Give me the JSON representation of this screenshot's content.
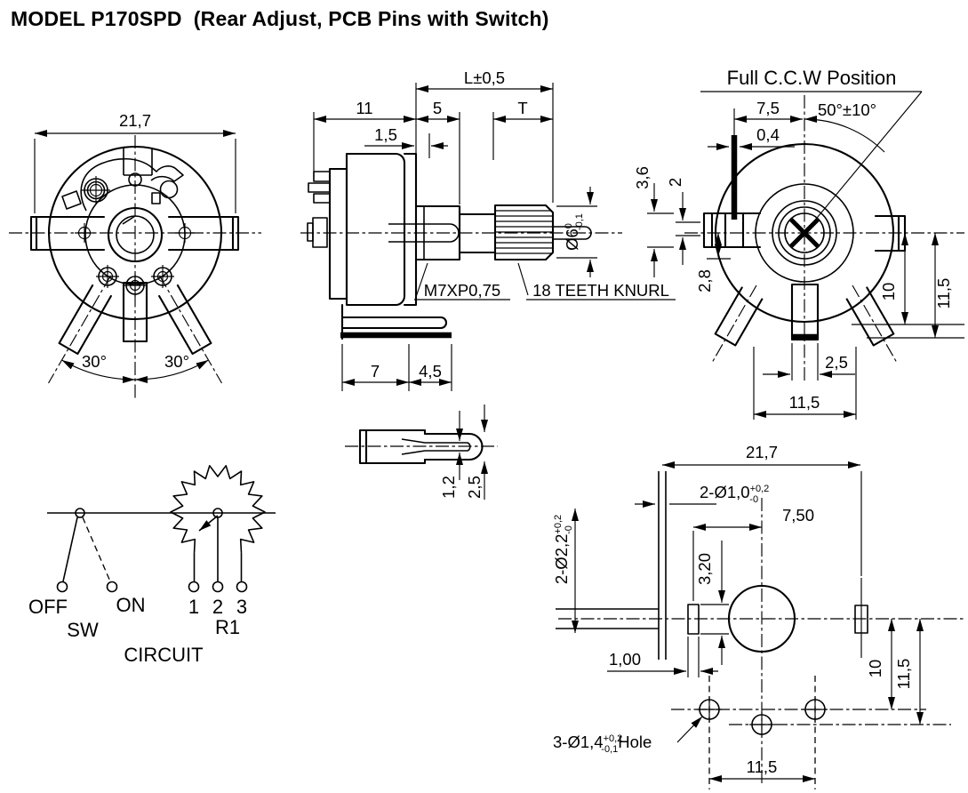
{
  "title": "MODEL P170SPD  (Rear Adjust, PCB Pins with Switch)",
  "front_view": {
    "width": "21,7",
    "angle_left": "30°",
    "angle_right": "30°"
  },
  "side_view": {
    "rear_len": "11",
    "offset": "1,5",
    "bushing_len": "5",
    "shaft_len": "L±0,5",
    "knurl_len": "T",
    "thread_label": "M7XP0,75",
    "knurl_label": "18 TEETH KNURL",
    "shaft_dia": {
      "base": "Ø6",
      "upper": "0",
      "lower": "-0,1"
    },
    "pin_a": "7",
    "pin_b": "4,5"
  },
  "tip_detail": {
    "slot_width": "1,2",
    "tip_dia": "2,5"
  },
  "rear_view": {
    "caption": "Full C.C.W Position",
    "lug_offset": "7,5",
    "lug_width": "0,4",
    "rotation": "50°±10°",
    "tab_a": "3,6",
    "tab_b": "2",
    "tab_c": "2,8",
    "row_a": "10",
    "row_b": "11,5",
    "pin_width": "2,5",
    "pin_span": "11,5"
  },
  "circuit": {
    "off": "OFF",
    "on": "ON",
    "sw": "SW",
    "t1": "1",
    "t2": "2",
    "t3": "3",
    "r1": "R1",
    "caption": "CIRCUIT"
  },
  "pcb_view": {
    "width": "21,7",
    "pin_holes": {
      "base": "2-Ø1,0",
      "upper": "+0,2",
      "lower": "-0"
    },
    "lug_slots": {
      "base": "2-Ø2,2",
      "upper": "+0,2",
      "lower": "-0"
    },
    "offset": "7,50",
    "pad_len": "3,20",
    "pad_width": "1,00",
    "row_a": "10",
    "row_b": "11,5",
    "hole_note": {
      "base": "3-Ø1,4",
      "upper": "+0,2",
      "lower": "-0,1",
      "suffix": "Hole"
    },
    "hole_span": "11,5"
  }
}
